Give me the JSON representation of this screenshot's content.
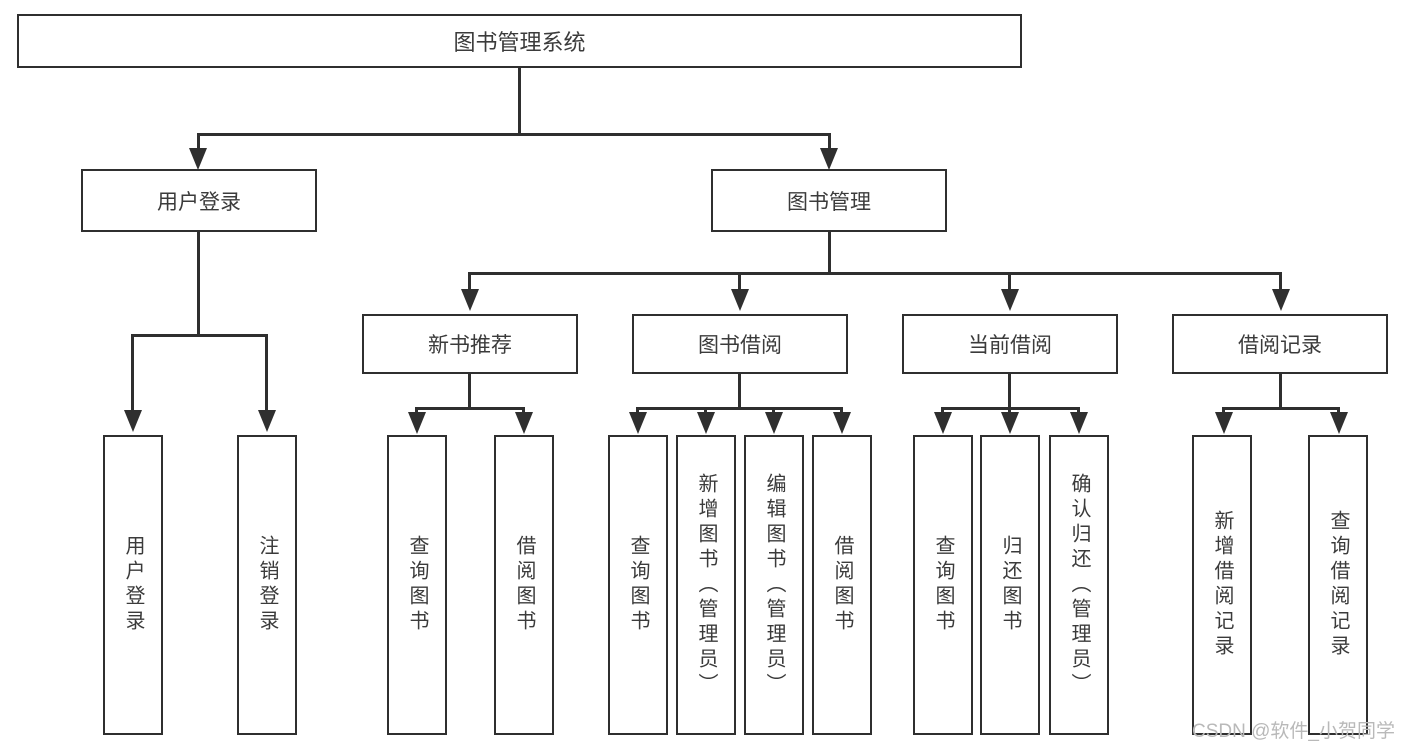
{
  "diagram": {
    "type": "tree",
    "title": "图书管理系统",
    "root": {
      "label": "图书管理系统"
    },
    "level2": [
      {
        "label": "用户登录"
      },
      {
        "label": "图书管理"
      }
    ],
    "level3": [
      {
        "label": "新书推荐"
      },
      {
        "label": "图书借阅"
      },
      {
        "label": "当前借阅"
      },
      {
        "label": "借阅记录"
      }
    ],
    "leaves": {
      "user_login": [
        {
          "label": "用户登录"
        },
        {
          "label": "注销登录"
        }
      ],
      "new_book_recommend": [
        {
          "label": "查询图书"
        },
        {
          "label": "借阅图书"
        }
      ],
      "book_borrow": [
        {
          "label": "查询图书"
        },
        {
          "label": "新增图书（管理员）"
        },
        {
          "label": "编辑图书（管理员）"
        },
        {
          "label": "借阅图书"
        }
      ],
      "current_borrow": [
        {
          "label": "查询图书"
        },
        {
          "label": "归还图书"
        },
        {
          "label": "确认归还（管理员）"
        }
      ],
      "borrow_record": [
        {
          "label": "新增借阅记录"
        },
        {
          "label": "查询借阅记录"
        }
      ]
    }
  },
  "watermark": {
    "text": "CSDN @软件_小贺同学"
  },
  "colors": {
    "stroke": "#2f2f2f",
    "text": "#3b3b3b",
    "background": "#ffffff",
    "watermark": "#b9b9b9"
  }
}
